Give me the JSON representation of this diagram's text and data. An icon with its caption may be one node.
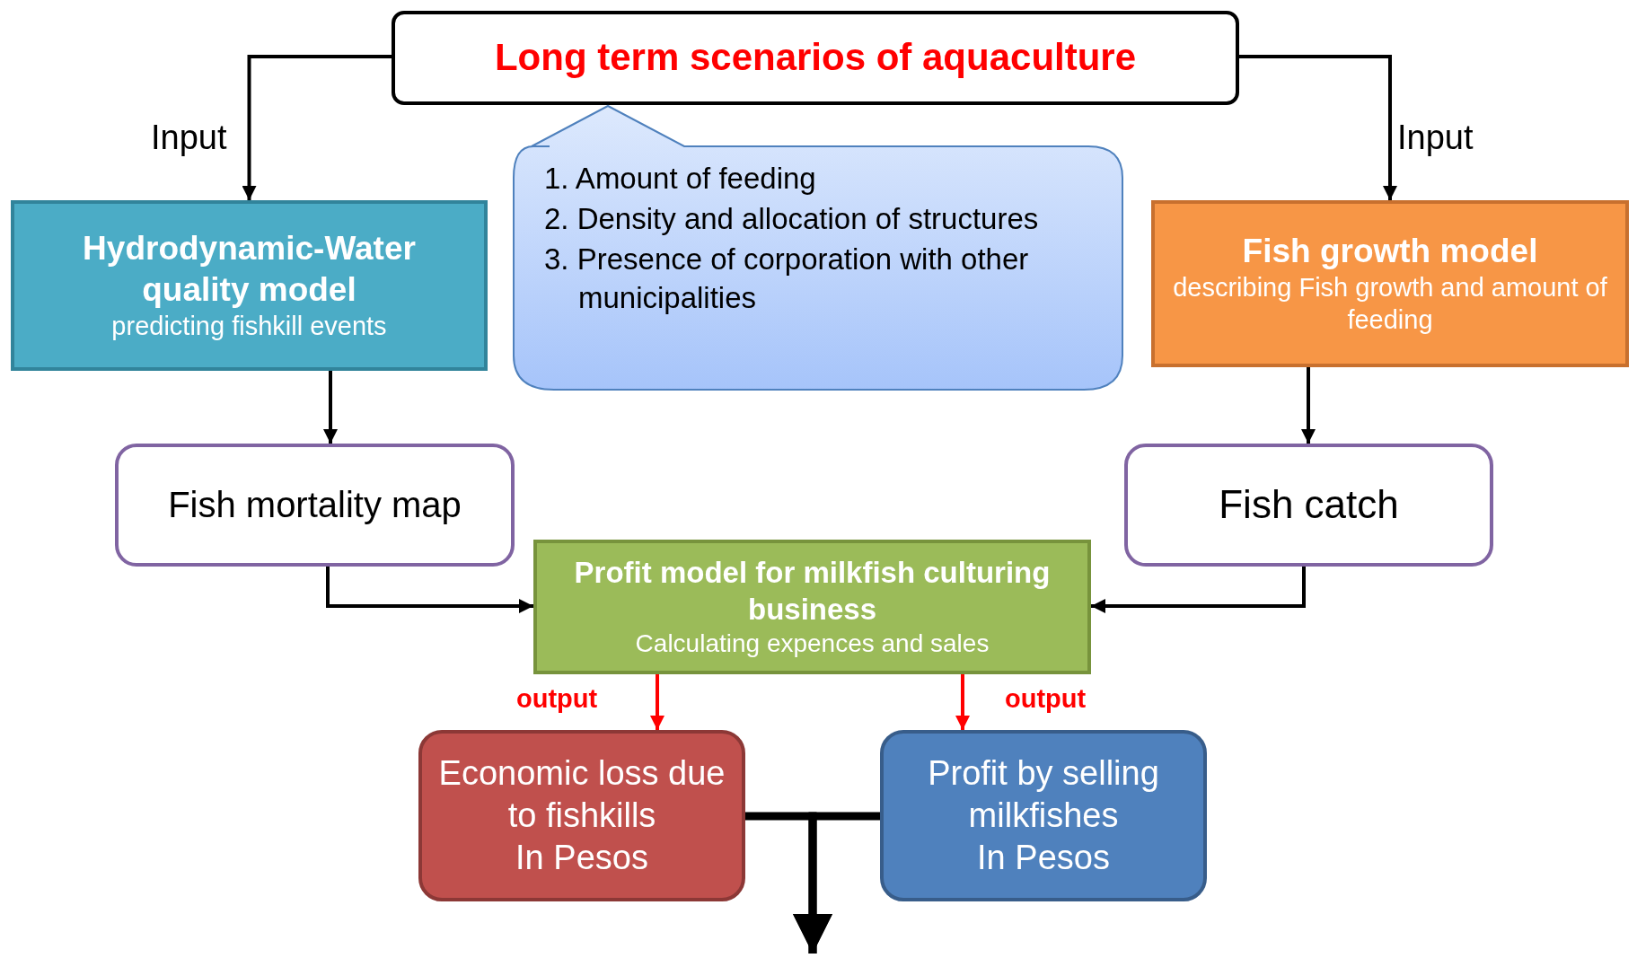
{
  "diagram": {
    "nodes": [
      {
        "text": [
          "Long term scenarios of aquaculture"
        ]
      },
      {
        "text": [
          "1. Amount of feeding",
          "2. Density and allocation of structures",
          "3. Presence of corporation with other municipalities"
        ]
      },
      {
        "text": [
          "Hydrodynamic-Water quality model",
          "predicting fishkill events"
        ]
      },
      {
        "text": [
          "Fish growth model",
          "describing Fish growth and amount of feeding"
        ]
      },
      {
        "text": [
          "Fish mortality map"
        ]
      },
      {
        "text": [
          "Fish catch"
        ]
      },
      {
        "text": [
          "Profit model for milkfish culturing business",
          "Calculating expences and sales"
        ]
      },
      {
        "text": [
          "Economic loss due to fishkills",
          "In Pesos"
        ]
      },
      {
        "text": [
          "Profit by selling milkfishes",
          "In Pesos"
        ]
      }
    ],
    "edges": [
      {
        "from": 0,
        "to": 2,
        "arrow": "to",
        "label": "Input"
      },
      {
        "from": 0,
        "to": 3,
        "arrow": "to",
        "label": "Input"
      },
      {
        "from": 2,
        "to": 4,
        "arrow": "to"
      },
      {
        "from": 3,
        "to": 5,
        "arrow": "to"
      },
      {
        "from": 4,
        "to": 6,
        "arrow": "to"
      },
      {
        "from": 5,
        "to": 6,
        "arrow": "to"
      },
      {
        "from": 6,
        "to": 7,
        "arrow": "to",
        "label": "output",
        "color": "#ff0000"
      },
      {
        "from": 6,
        "to": 8,
        "arrow": "to",
        "label": "output",
        "color": "#ff0000"
      },
      {
        "from": 7,
        "to": null,
        "arrow": "to",
        "style": "thick"
      },
      {
        "from": 8,
        "to": null,
        "arrow": "to",
        "style": "thick"
      }
    ]
  }
}
